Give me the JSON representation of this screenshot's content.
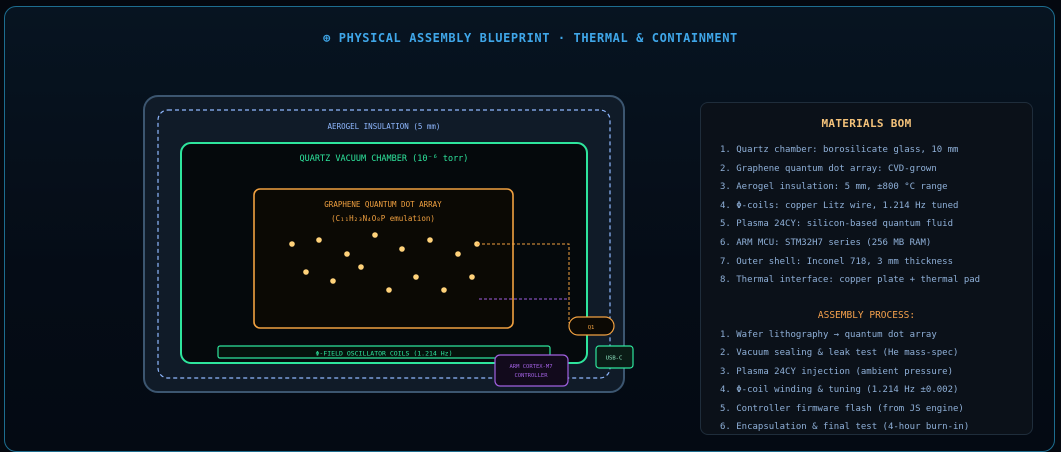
{
  "title": "⊕ PHYSICAL ASSEMBLY BLUEPRINT · THERMAL & CONTAINMENT",
  "diagram": {
    "aerogel_label": "AEROGEL INSULATION (5 mm)",
    "chamber_label": "QUARTZ VACUUM CHAMBER (10⁻⁶ torr)",
    "array_label": "GRAPHENE QUANTUM DOT ARRAY",
    "array_formula": "(C₁₁H₂₃N₄O₈P emulation)",
    "coil_label": "Φ-FIELD OSCILLATOR COILS (1.214 Hz)",
    "mcu_label_1": "ARM CORTEX-M7",
    "mcu_label_2": "CONTROLLER",
    "q1_label": "Q1",
    "usb_label": "USB-C"
  },
  "bom": {
    "title": "MATERIALS BOM",
    "items": [
      "1. Quartz chamber: borosilicate glass, 10 mm",
      "2. Graphene quantum dot array: CVD-grown",
      "3. Aerogel insulation: 5 mm, ±800 °C range",
      "4. Φ-coils: copper Litz wire, 1.214 Hz tuned",
      "5. Plasma 24CY: silicon-based quantum fluid",
      "6. ARM MCU: STM32H7 series (256 MB RAM)",
      "7. Outer shell: Inconel 718, 3 mm thickness",
      "8. Thermal interface: copper plate + thermal pad"
    ],
    "process_title": "ASSEMBLY PROCESS:",
    "process": [
      "1. Wafer lithography → quantum dot array",
      "2. Vacuum sealing & leak test (He mass-spec)",
      "3. Plasma 24CY injection (ambient pressure)",
      "4. Φ-coil winding & tuning (1.214 Hz ±0.002)",
      "5. Controller firmware flash (from JS engine)",
      "6. Encapsulation & final test (4-hour burn-in)"
    ]
  },
  "colors": {
    "background": "#04080f",
    "title": "#3fa6e8",
    "chamber": "#2ee59d",
    "array": "#f0a040",
    "dots": "#ffd27a",
    "controller": "#a060e0",
    "aerogel": "#8fb8ff",
    "bom_title": "#f4c27a",
    "bom_text": "#8fb0d8"
  }
}
